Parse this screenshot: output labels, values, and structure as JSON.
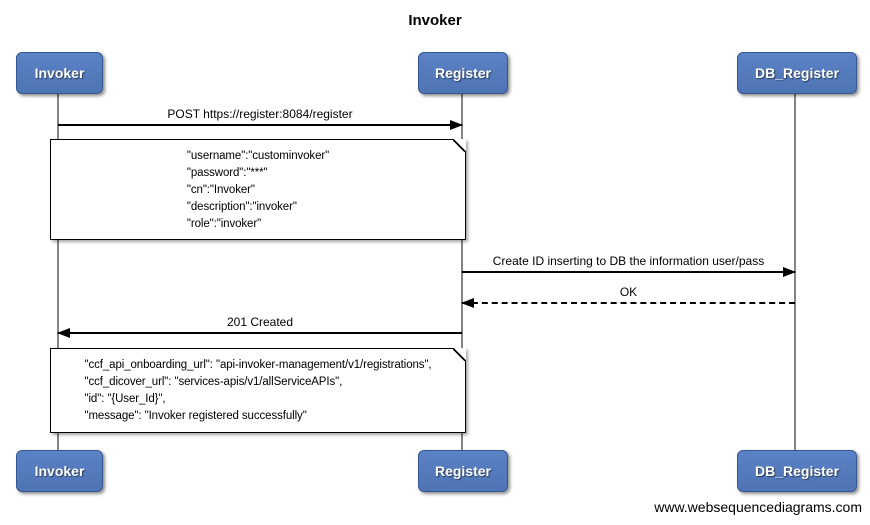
{
  "title": "Invoker",
  "actors": [
    {
      "id": "invoker",
      "label": "Invoker"
    },
    {
      "id": "register",
      "label": "Register"
    },
    {
      "id": "db_register",
      "label": "DB_Register"
    }
  ],
  "messages": [
    {
      "label": "POST https://register:8084/register",
      "from": "Invoker",
      "to": "Register",
      "line": "solid"
    },
    {
      "label": "Create ID inserting to DB the information user/pass",
      "from": "Register",
      "to": "DB_Register",
      "line": "solid"
    },
    {
      "label": "OK",
      "from": "DB_Register",
      "to": "Register",
      "line": "dashed"
    },
    {
      "label": "201 Created",
      "from": "Register",
      "to": "Invoker",
      "line": "solid"
    }
  ],
  "notes": [
    {
      "lines": [
        "\"username\":\"custominvoker\"",
        "\"password\":\"***\"",
        "\"cn\":\"Invoker\"",
        "\"description\":\"invoker\"",
        "\"role\":\"invoker\""
      ]
    },
    {
      "lines": [
        "\"ccf_api_onboarding_url\": \"api-invoker-management/v1/registrations\",",
        "\"ccf_dicover_url\": \"services-apis/v1/allServiceAPIs\",",
        "\"id\": \"{User_Id}\",",
        "\"message\": \"Invoker registered successfully\""
      ]
    }
  ],
  "footer": "www.websequencediagrams.com",
  "colors": {
    "actor_fill": "#527bbd",
    "actor_border": "#35568f",
    "lifeline": "#848484",
    "arrow": "#000000",
    "note_fill": "#ffffff",
    "note_border": "#000000",
    "background": "#ffffff"
  }
}
